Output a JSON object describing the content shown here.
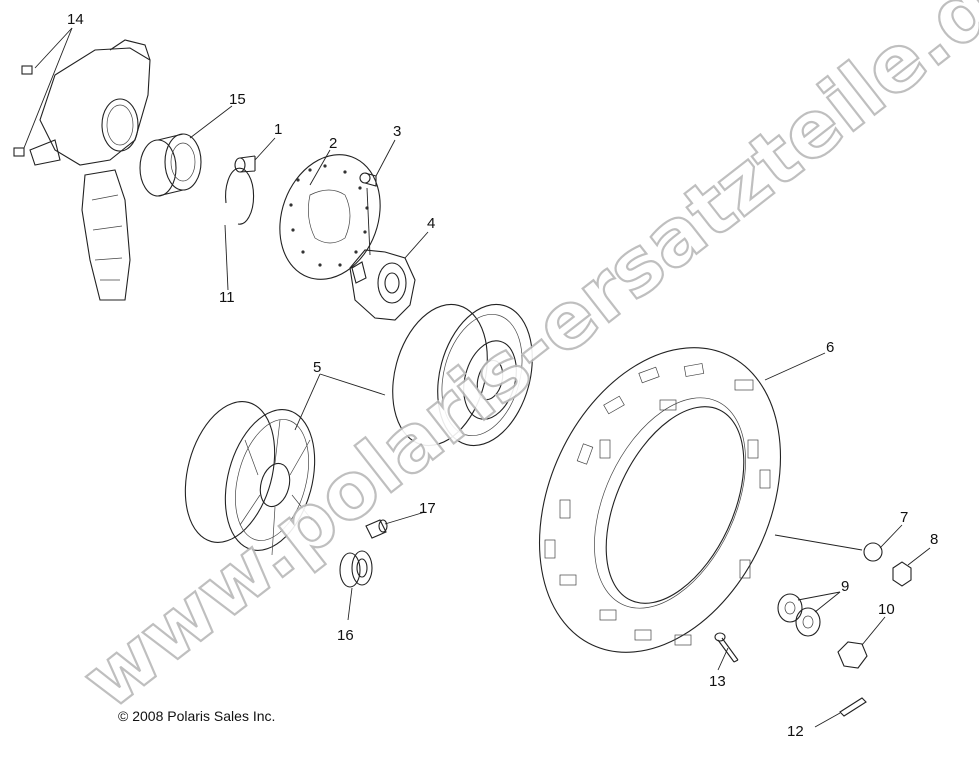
{
  "copyright": "© 2008 Polaris Sales Inc.",
  "watermark": "www.polaris-ersatzteile.de",
  "callouts": {
    "c1": "1",
    "c2": "2",
    "c3": "3",
    "c4": "4",
    "c5": "5",
    "c6": "6",
    "c7": "7",
    "c8": "8",
    "c9": "9",
    "c10": "10",
    "c11": "11",
    "c12": "12",
    "c13": "13",
    "c14": "14",
    "c15": "15",
    "c16": "16",
    "c17": "17"
  }
}
